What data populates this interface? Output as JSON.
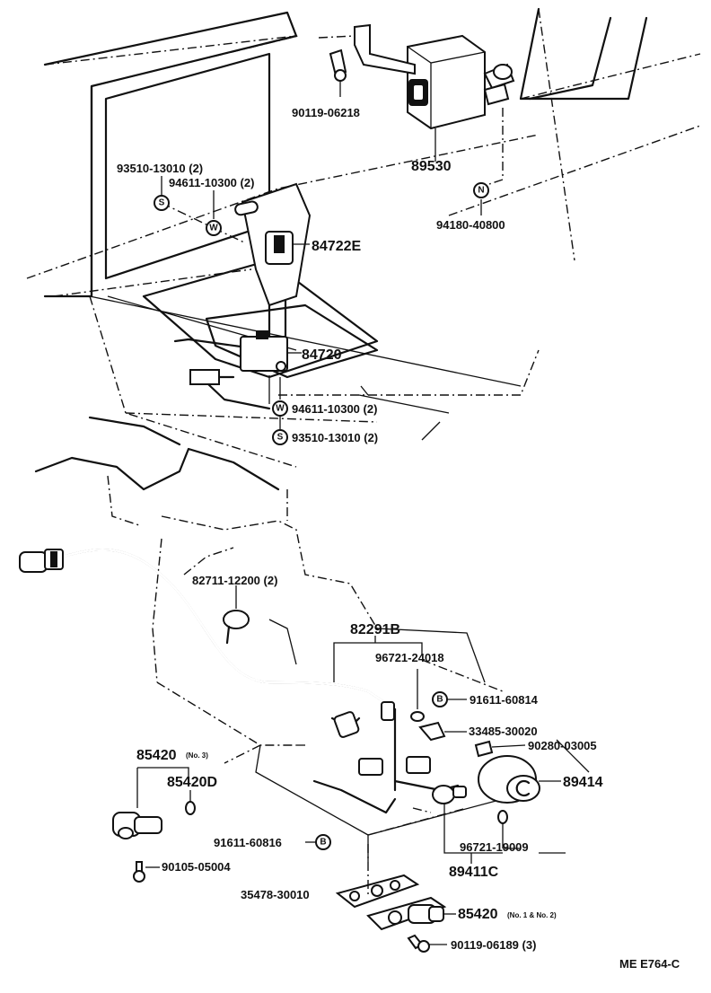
{
  "diagram_id": "ME E764-C",
  "labels": {
    "p90119_06218": "90119-06218",
    "p93510_13010_top": "93510-13010 (2)",
    "p94611_10300_top": "94611-10300 (2)",
    "p89530": "89530",
    "p94180_40800": "94180-40800",
    "p84722E": "84722E",
    "p84720": "84720",
    "p94611_10300_bot": "94611-10300 (2)",
    "p93510_13010_bot": "93510-13010 (2)",
    "p82711_12200": "82711-12200 (2)",
    "p82291B": "82291B",
    "p96721_24018": "96721-24018",
    "p91611_60814": "91611-60814",
    "p33485_30020": "33485-30020",
    "p90280_03005": "90280-03005",
    "p89414": "89414",
    "p85420_no3": "85420",
    "p85420_no3_note": "(No. 3)",
    "p85420D": "85420D",
    "p91611_60816": "91611-60816",
    "p96721_19009": "96721-19009",
    "p89411C": "89411C",
    "p90105_05004": "90105-05004",
    "p35478_30010": "35478-30010",
    "p85420_no12": "85420",
    "p85420_no12_note": "(No. 1 & No. 2)",
    "p90119_06189": "90119-06189 (3)"
  },
  "symbols": {
    "S": "S",
    "W": "W",
    "N": "N",
    "B": "B"
  }
}
